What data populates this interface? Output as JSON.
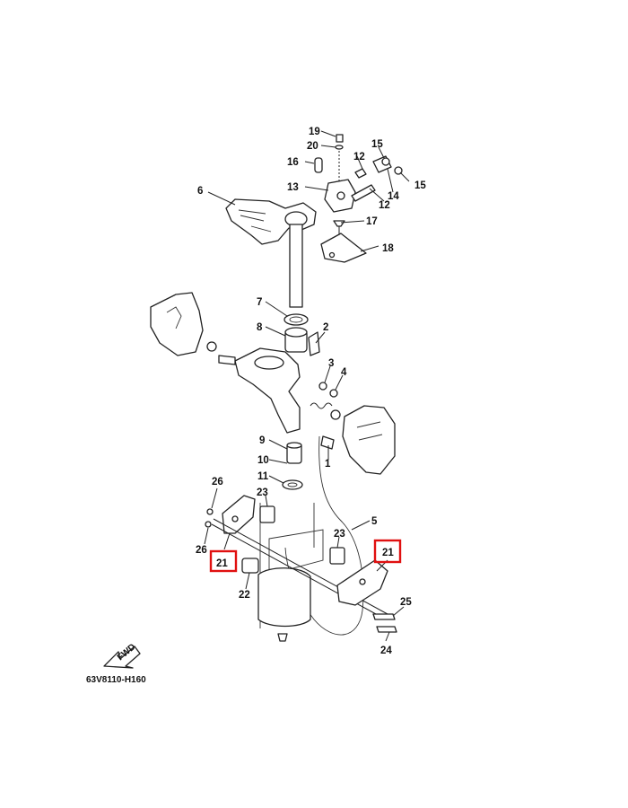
{
  "diagram": {
    "part_code": "63V8110-H160",
    "fwd_label": "FWD",
    "highlight_color": "#e01010",
    "callouts": [
      "19",
      "20",
      "16",
      "12",
      "15",
      "14",
      "15",
      "13",
      "6",
      "12",
      "17",
      "18",
      "7",
      "8",
      "2",
      "3",
      "4",
      "9",
      "1",
      "10",
      "11",
      "5",
      "26",
      "23",
      "23",
      "26",
      "21",
      "21",
      "22",
      "25",
      "24"
    ]
  }
}
